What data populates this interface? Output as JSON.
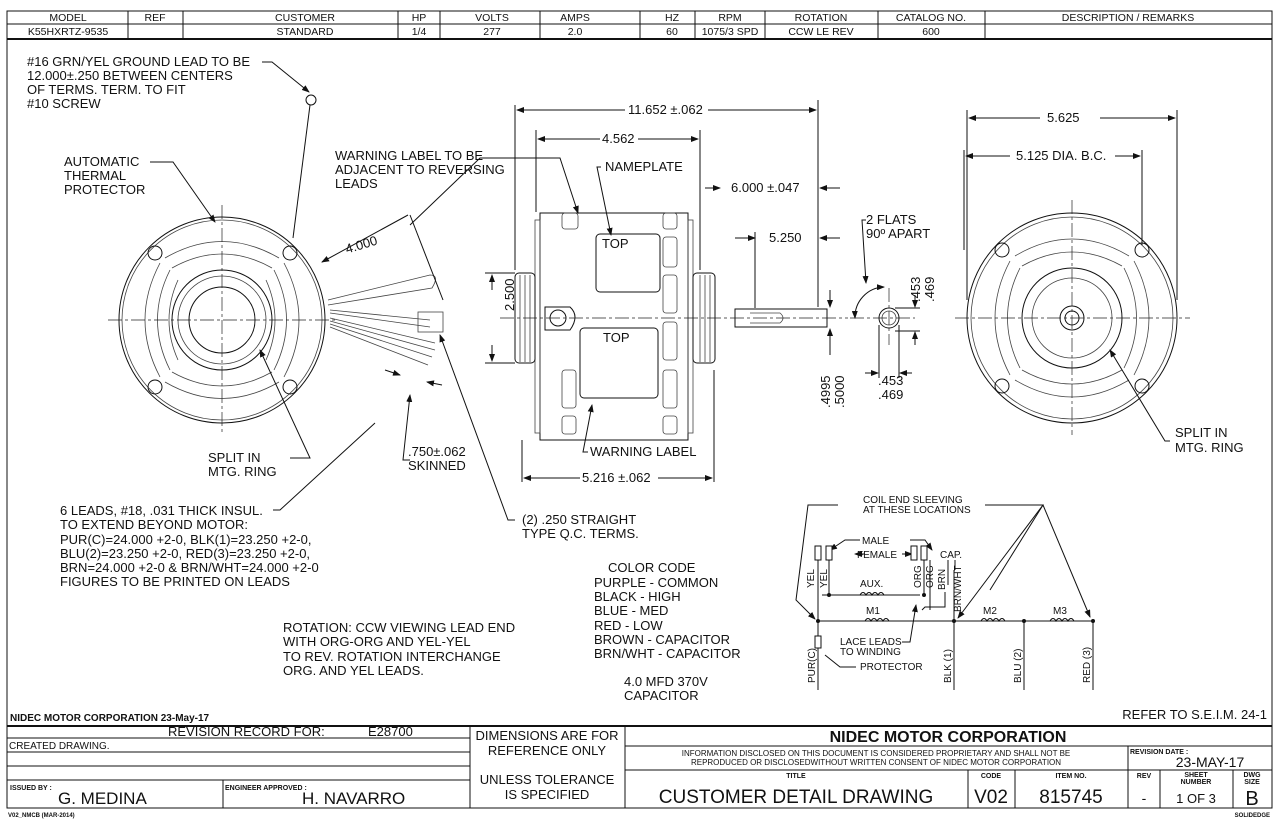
{
  "header": {
    "columns": [
      "MODEL",
      "REF",
      "CUSTOMER",
      "HP",
      "VOLTS",
      "AMPS",
      "HZ",
      "RPM",
      "ROTATION",
      "CATALOG NO.",
      "DESCRIPTION / REMARKS"
    ],
    "values": [
      "K55HXRTZ-9535",
      "",
      "STANDARD",
      "1/4",
      "277",
      "2.0",
      "60",
      "1075/3 SPD",
      "CCW LE REV",
      "600",
      ""
    ]
  },
  "callouts": {
    "ground_lead": [
      "#16 GRN/YEL GROUND LEAD TO BE",
      "12.000±.250 BETWEEN CENTERS",
      "OF TERMS. TERM. TO FIT",
      "#10 SCREW"
    ],
    "thermal_protector": [
      "AUTOMATIC",
      "THERMAL",
      "PROTECTOR"
    ],
    "warning_label_note": [
      "WARNING LABEL TO BE",
      "ADJACENT TO REVERSING",
      "LEADS"
    ],
    "split_ring_left": [
      "SPLIT IN",
      "MTG. RING"
    ],
    "split_ring_right": [
      "SPLIT IN",
      "MTG. RING"
    ],
    "skinned": [
      ".750±.062",
      "SKINNED"
    ],
    "qc_terms": [
      "(2) .250 STRAIGHT",
      "TYPE Q.C. TERMS."
    ],
    "nameplate": "NAMEPLATE",
    "warning_label": "WARNING LABEL",
    "top_label": "TOP",
    "flats": [
      "2 FLATS",
      "90º APART"
    ]
  },
  "dimensions": {
    "lead_length": "4.000",
    "overall_length": "11.652 ±.062",
    "shell_length": "4.562",
    "shaft_6000": "6.000 ±.047",
    "shaft_5250": "5.250",
    "height_2500": "2.500",
    "body_length": "5.216 ±.062",
    "shaft_dia": [
      ".4995",
      ".5000"
    ],
    "flat_vertical": [
      ".453",
      ".469"
    ],
    "flat_horizontal": [
      ".453",
      ".469"
    ],
    "overall_dia": "5.625",
    "bolt_circle": "5.125 DIA. B.C."
  },
  "leads_note": [
    "6 LEADS, #18, .031 THICK INSUL.",
    "TO EXTEND BEYOND MOTOR:",
    "PUR(C)=24.000 +2-0, BLK(1)=23.250 +2-0,",
    "BLU(2)=23.250 +2-0, RED(3)=23.250 +2-0,",
    "BRN=24.000 +2-0 & BRN/WHT=24.000 +2-0",
    "FIGURES TO BE PRINTED ON LEADS"
  ],
  "rotation_note": [
    "ROTATION: CCW VIEWING LEAD END",
    "WITH ORG-ORG AND YEL-YEL",
    "TO REV. ROTATION INTERCHANGE",
    "ORG. AND YEL LEADS."
  ],
  "color_code": {
    "title": "COLOR CODE",
    "items": [
      "PURPLE - COMMON",
      "BLACK - HIGH",
      "BLUE - MED",
      "RED - LOW",
      "BROWN - CAPACITOR",
      "BRN/WHT - CAPACITOR"
    ],
    "capacitor": [
      "4.0 MFD 370V",
      "CAPACITOR"
    ]
  },
  "wiring": {
    "coil_sleeving": [
      "COIL END SLEEVING",
      "AT THESE LOCATIONS"
    ],
    "male": "MALE",
    "female": "FEMALE",
    "cap": "CAP.",
    "aux": "AUX.",
    "m1": "M1",
    "m2": "M2",
    "m3": "M3",
    "lace": [
      "LACE LEADS",
      "TO WINDING"
    ],
    "protector": "PROTECTOR",
    "leads": {
      "yel1": "YEL",
      "yel2": "YEL",
      "org1": "ORG",
      "org2": "ORG",
      "brn": "BRN",
      "brnwht": "BRN/WHT",
      "pur": "PUR(C)",
      "blk": "BLK (1)",
      "blu": "BLU (2)",
      "red": "RED (3)"
    }
  },
  "footer": {
    "company_date": "NIDEC MOTOR CORPORATION 23-May-17",
    "refer": "REFER TO S.E.I.M. 24-1",
    "revision_record_label": "REVISION RECORD FOR:",
    "revision_record_value": "E28700",
    "revision_entries": [
      "CREATED DRAWING.",
      "",
      ""
    ],
    "issued_by_label": "ISSUED BY :",
    "issued_by": "G. MEDINA",
    "engineer_label": "ENGINEER APPROVED :",
    "engineer": "H. NAVARRO",
    "dimensions_note": [
      "DIMENSIONS ARE FOR",
      "REFERENCE ONLY",
      "UNLESS TOLERANCE",
      "IS SPECIFIED"
    ],
    "company": "NIDEC MOTOR CORPORATION",
    "proprietary": [
      "INFORMATION DISCLOSED ON THIS DOCUMENT IS CONSIDERED PROPRIETARY AND SHALL NOT BE",
      "REPRODUCED OR DISCLOSEDWITHOUT WRITTEN CONSENT OF NIDEC MOTOR CORPORATION"
    ],
    "revision_date_label": "REVISION DATE :",
    "revision_date": "23-MAY-17",
    "title_label": "TITLE",
    "title": "CUSTOMER  DETAIL  DRAWING",
    "code_label": "CODE",
    "code": "V02",
    "item_label": "ITEM NO.",
    "item": "815745",
    "rev_label": "REV",
    "rev": "-",
    "sheet_label": [
      "SHEET",
      "NUMBER"
    ],
    "sheet": "1  OF  3",
    "dwg_label": [
      "DWG",
      "SIZE"
    ],
    "dwg": "B",
    "form_id": "V02_NMCB (MAR-2014)",
    "cad": "SOLIDEDGE"
  }
}
